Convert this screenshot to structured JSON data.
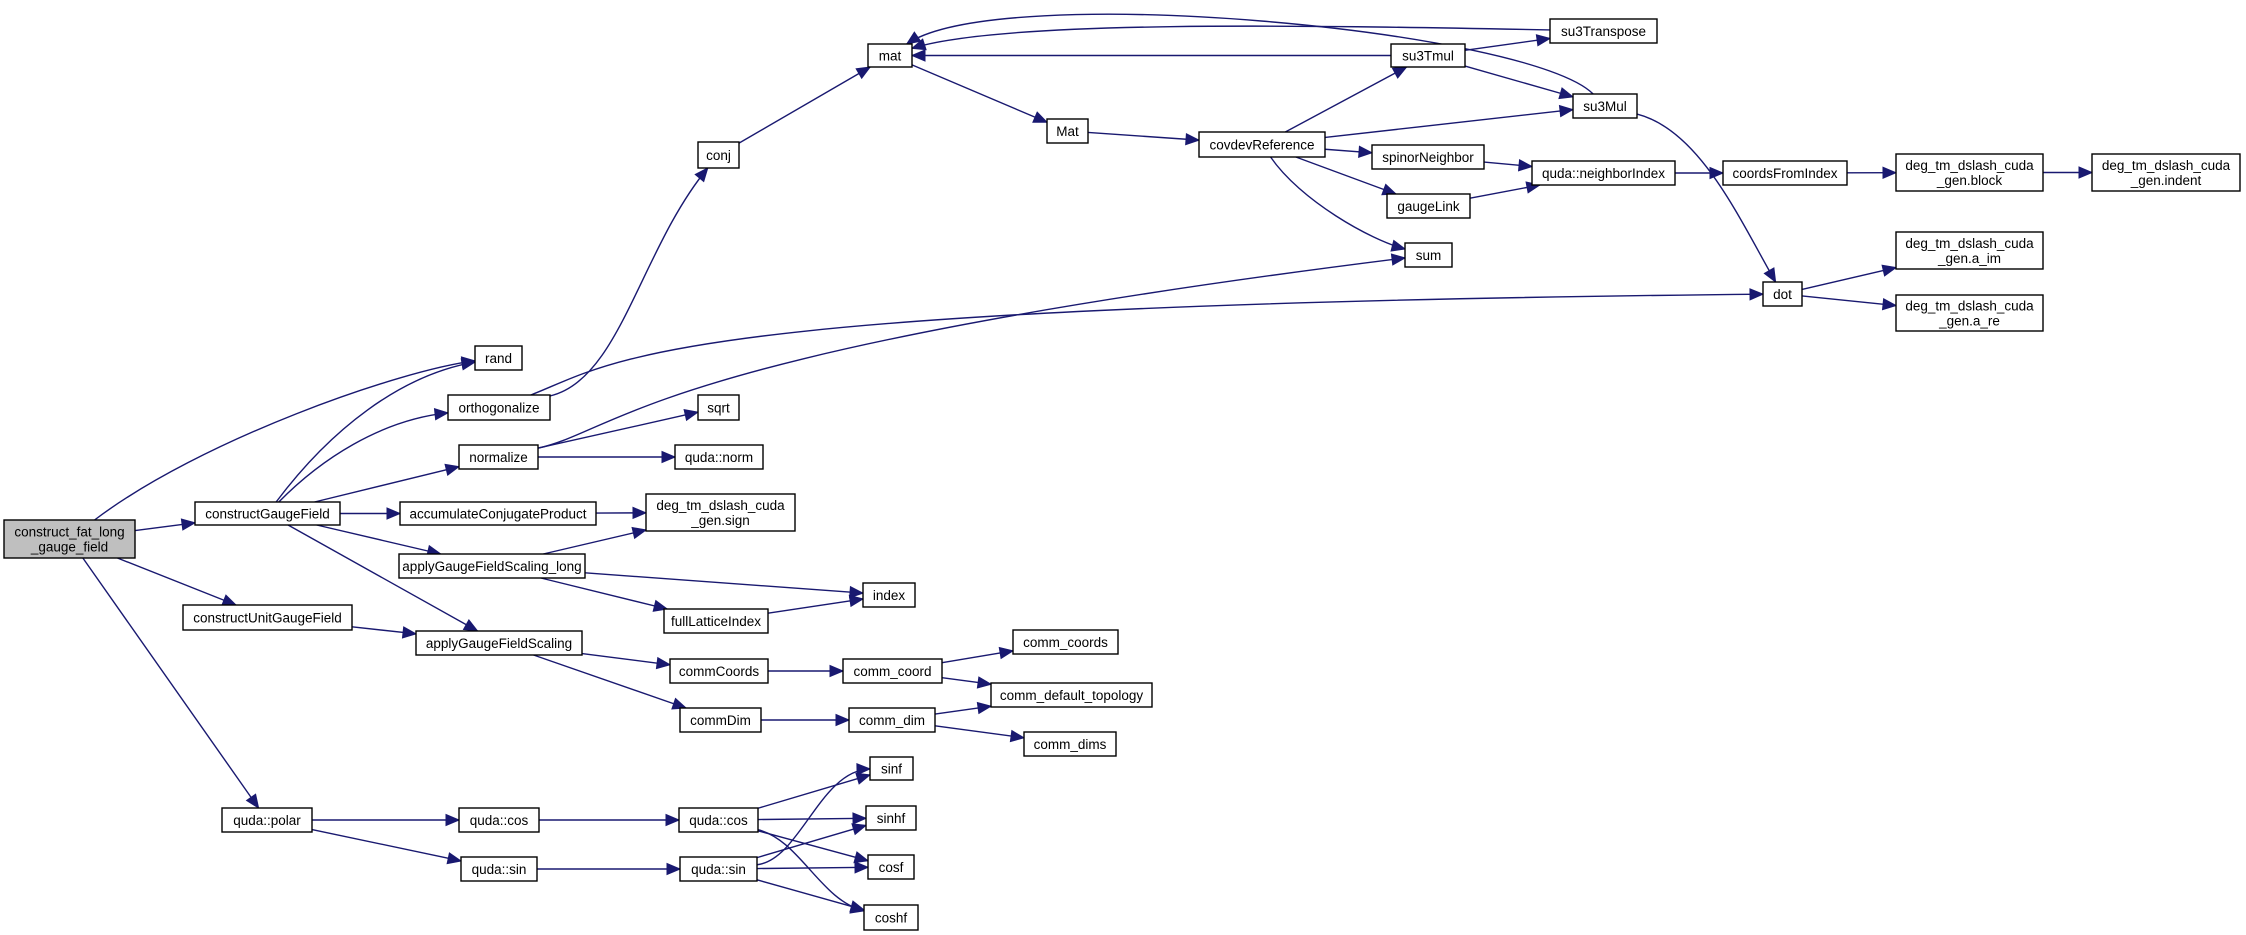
{
  "graph": {
    "type": "call-graph",
    "root": "construct_fat_long_gauge_field",
    "colors": {
      "edge": "#191970",
      "root_fill": "#bfbfbf",
      "node_fill": "#ffffff",
      "node_border": "#000000"
    },
    "nodes": [
      {
        "id": "construct_fat_long_gauge_field",
        "lines": [
          "construct_fat_long",
          "_gauge_field"
        ],
        "root": true
      },
      {
        "id": "constructGaugeField",
        "lines": [
          "constructGaugeField"
        ]
      },
      {
        "id": "constructUnitGaugeField",
        "lines": [
          "constructUnitGaugeField"
        ]
      },
      {
        "id": "quda_polar",
        "lines": [
          "quda::polar"
        ]
      },
      {
        "id": "rand",
        "lines": [
          "rand"
        ]
      },
      {
        "id": "orthogonalize",
        "lines": [
          "orthogonalize"
        ]
      },
      {
        "id": "normalize",
        "lines": [
          "normalize"
        ]
      },
      {
        "id": "accumulateConjugateProduct",
        "lines": [
          "accumulateConjugateProduct"
        ]
      },
      {
        "id": "applyGaugeFieldScaling_long",
        "lines": [
          "applyGaugeFieldScaling_long"
        ]
      },
      {
        "id": "applyGaugeFieldScaling",
        "lines": [
          "applyGaugeFieldScaling"
        ]
      },
      {
        "id": "conj",
        "lines": [
          "conj"
        ]
      },
      {
        "id": "sqrt",
        "lines": [
          "sqrt"
        ]
      },
      {
        "id": "quda_norm",
        "lines": [
          "quda::norm"
        ]
      },
      {
        "id": "deg_sign",
        "lines": [
          "deg_tm_dslash_cuda",
          "_gen.sign"
        ]
      },
      {
        "id": "index",
        "lines": [
          "index"
        ]
      },
      {
        "id": "fullLatticeIndex",
        "lines": [
          "fullLatticeIndex"
        ]
      },
      {
        "id": "commCoords",
        "lines": [
          "commCoords"
        ]
      },
      {
        "id": "commDim",
        "lines": [
          "commDim"
        ]
      },
      {
        "id": "comm_coord",
        "lines": [
          "comm_coord"
        ]
      },
      {
        "id": "comm_dim",
        "lines": [
          "comm_dim"
        ]
      },
      {
        "id": "comm_coords",
        "lines": [
          "comm_coords"
        ]
      },
      {
        "id": "comm_default_topology",
        "lines": [
          "comm_default_topology"
        ]
      },
      {
        "id": "comm_dims",
        "lines": [
          "comm_dims"
        ]
      },
      {
        "id": "mat",
        "lines": [
          "mat"
        ]
      },
      {
        "id": "Mat",
        "lines": [
          "Mat"
        ]
      },
      {
        "id": "covdevReference",
        "lines": [
          "covdevReference"
        ]
      },
      {
        "id": "su3Tmul",
        "lines": [
          "su3Tmul"
        ]
      },
      {
        "id": "su3Transpose",
        "lines": [
          "su3Transpose"
        ]
      },
      {
        "id": "su3Mul",
        "lines": [
          "su3Mul"
        ]
      },
      {
        "id": "spinorNeighbor",
        "lines": [
          "spinorNeighbor"
        ]
      },
      {
        "id": "gaugeLink",
        "lines": [
          "gaugeLink"
        ]
      },
      {
        "id": "sum",
        "lines": [
          "sum"
        ]
      },
      {
        "id": "quda_neighborIndex",
        "lines": [
          "quda::neighborIndex"
        ]
      },
      {
        "id": "coordsFromIndex",
        "lines": [
          "coordsFromIndex"
        ]
      },
      {
        "id": "deg_block",
        "lines": [
          "deg_tm_dslash_cuda",
          "_gen.block"
        ]
      },
      {
        "id": "deg_indent",
        "lines": [
          "deg_tm_dslash_cuda",
          "_gen.indent"
        ]
      },
      {
        "id": "dot",
        "lines": [
          "dot"
        ]
      },
      {
        "id": "deg_a_im",
        "lines": [
          "deg_tm_dslash_cuda",
          "_gen.a_im"
        ]
      },
      {
        "id": "deg_a_re",
        "lines": [
          "deg_tm_dslash_cuda",
          "_gen.a_re"
        ]
      },
      {
        "id": "quda_cos_1",
        "lines": [
          "quda::cos"
        ]
      },
      {
        "id": "quda_cos_2",
        "lines": [
          "quda::cos"
        ]
      },
      {
        "id": "quda_sin_1",
        "lines": [
          "quda::sin"
        ]
      },
      {
        "id": "quda_sin_2",
        "lines": [
          "quda::sin"
        ]
      },
      {
        "id": "sinf",
        "lines": [
          "sinf"
        ]
      },
      {
        "id": "sinhf",
        "lines": [
          "sinhf"
        ]
      },
      {
        "id": "cosf",
        "lines": [
          "cosf"
        ]
      },
      {
        "id": "coshf",
        "lines": [
          "coshf"
        ]
      }
    ],
    "edges": [
      [
        "construct_fat_long_gauge_field",
        "constructGaugeField"
      ],
      [
        "construct_fat_long_gauge_field",
        "rand"
      ],
      [
        "construct_fat_long_gauge_field",
        "constructUnitGaugeField"
      ],
      [
        "construct_fat_long_gauge_field",
        "quda_polar"
      ],
      [
        "constructGaugeField",
        "rand"
      ],
      [
        "constructGaugeField",
        "orthogonalize"
      ],
      [
        "constructGaugeField",
        "normalize"
      ],
      [
        "constructGaugeField",
        "accumulateConjugateProduct"
      ],
      [
        "constructGaugeField",
        "applyGaugeFieldScaling_long"
      ],
      [
        "constructGaugeField",
        "applyGaugeFieldScaling"
      ],
      [
        "constructUnitGaugeField",
        "applyGaugeFieldScaling"
      ],
      [
        "orthogonalize",
        "conj"
      ],
      [
        "orthogonalize",
        "dot"
      ],
      [
        "normalize",
        "sqrt"
      ],
      [
        "normalize",
        "quda_norm"
      ],
      [
        "normalize",
        "sum"
      ],
      [
        "accumulateConjugateProduct",
        "deg_sign"
      ],
      [
        "applyGaugeFieldScaling_long",
        "deg_sign"
      ],
      [
        "applyGaugeFieldScaling_long",
        "index"
      ],
      [
        "applyGaugeFieldScaling_long",
        "fullLatticeIndex"
      ],
      [
        "fullLatticeIndex",
        "index"
      ],
      [
        "applyGaugeFieldScaling",
        "commCoords"
      ],
      [
        "applyGaugeFieldScaling",
        "commDim"
      ],
      [
        "commCoords",
        "comm_coord"
      ],
      [
        "commDim",
        "comm_dim"
      ],
      [
        "comm_coord",
        "comm_coords"
      ],
      [
        "comm_coord",
        "comm_default_topology"
      ],
      [
        "comm_dim",
        "comm_default_topology"
      ],
      [
        "comm_dim",
        "comm_dims"
      ],
      [
        "conj",
        "mat"
      ],
      [
        "mat",
        "Mat"
      ],
      [
        "Mat",
        "covdevReference"
      ],
      [
        "covdevReference",
        "su3Tmul"
      ],
      [
        "covdevReference",
        "su3Mul"
      ],
      [
        "covdevReference",
        "spinorNeighbor"
      ],
      [
        "covdevReference",
        "gaugeLink"
      ],
      [
        "covdevReference",
        "sum"
      ],
      [
        "su3Tmul",
        "mat"
      ],
      [
        "su3Tmul",
        "su3Transpose"
      ],
      [
        "su3Tmul",
        "su3Mul"
      ],
      [
        "su3Transpose",
        "mat"
      ],
      [
        "su3Mul",
        "mat"
      ],
      [
        "su3Mul",
        "dot"
      ],
      [
        "spinorNeighbor",
        "quda_neighborIndex"
      ],
      [
        "gaugeLink",
        "quda_neighborIndex"
      ],
      [
        "quda_neighborIndex",
        "coordsFromIndex"
      ],
      [
        "coordsFromIndex",
        "deg_block"
      ],
      [
        "deg_block",
        "deg_indent"
      ],
      [
        "dot",
        "deg_a_im"
      ],
      [
        "dot",
        "deg_a_re"
      ],
      [
        "quda_polar",
        "quda_cos_1"
      ],
      [
        "quda_polar",
        "quda_sin_1"
      ],
      [
        "quda_cos_1",
        "quda_cos_2"
      ],
      [
        "quda_sin_1",
        "quda_sin_2"
      ],
      [
        "quda_cos_2",
        "sinf"
      ],
      [
        "quda_cos_2",
        "sinhf"
      ],
      [
        "quda_cos_2",
        "cosf"
      ],
      [
        "quda_cos_2",
        "coshf"
      ],
      [
        "quda_sin_2",
        "sinf"
      ],
      [
        "quda_sin_2",
        "sinhf"
      ],
      [
        "quda_sin_2",
        "cosf"
      ],
      [
        "quda_sin_2",
        "coshf"
      ]
    ]
  }
}
